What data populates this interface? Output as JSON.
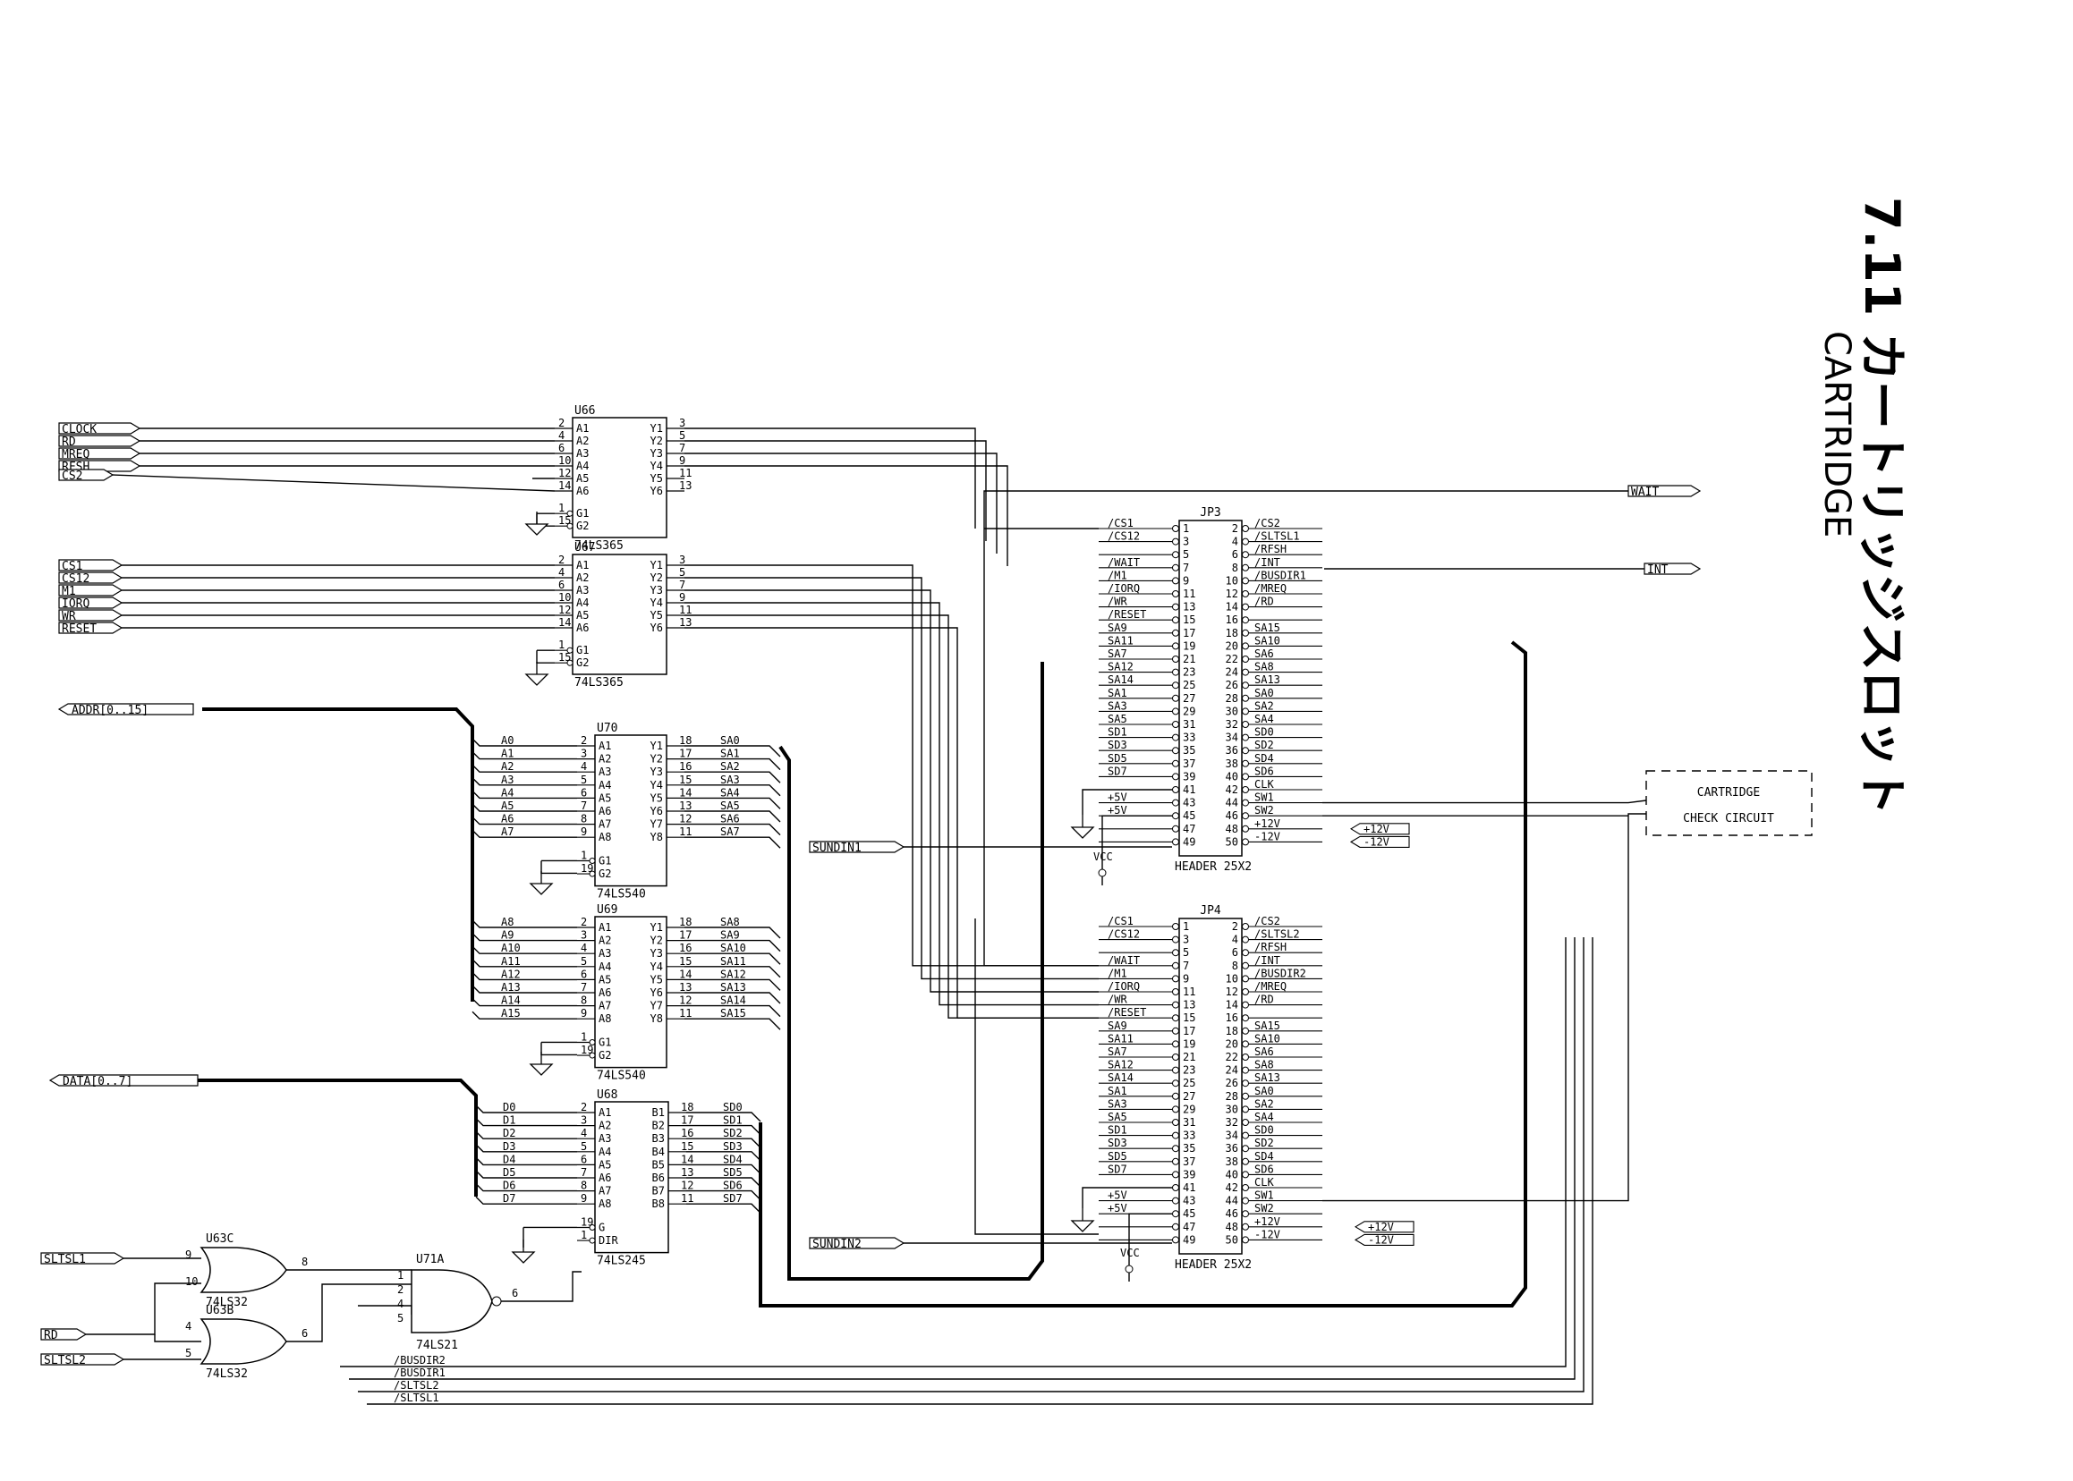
{
  "title": {
    "section": "7.11 カートリッジスロット",
    "subtitle": "CARTRIDGE"
  },
  "ports": [
    {
      "id": "p-clock",
      "label": "CLOCK"
    },
    {
      "id": "p-rd1",
      "label": "RD"
    },
    {
      "id": "p-mreq",
      "label": "MREQ"
    },
    {
      "id": "p-rfsh",
      "label": "RFSH"
    },
    {
      "id": "p-cs2",
      "label": "CS2"
    },
    {
      "id": "p-cs1",
      "label": "CS1"
    },
    {
      "id": "p-cs12",
      "label": "CS12"
    },
    {
      "id": "p-m1",
      "label": "M1"
    },
    {
      "id": "p-iorq",
      "label": "IORQ"
    },
    {
      "id": "p-wr",
      "label": "WR"
    },
    {
      "id": "p-reset",
      "label": "RESET"
    },
    {
      "id": "p-addr",
      "label": "ADDR[0..15]"
    },
    {
      "id": "p-data",
      "label": "DATA[0..7]"
    },
    {
      "id": "p-sltsl1",
      "label": "SLTSL1"
    },
    {
      "id": "p-rd2",
      "label": "RD"
    },
    {
      "id": "p-sltsl2",
      "label": "SLTSL2"
    },
    {
      "id": "p-wait",
      "label": "WAIT"
    },
    {
      "id": "p-int",
      "label": "INT"
    },
    {
      "id": "p-sundin1",
      "label": "SUNDIN1"
    },
    {
      "id": "p-sundin2",
      "label": "SUNDIN2"
    }
  ],
  "chips": {
    "u66": {
      "ref": "U66",
      "part": "74LS365",
      "inputs": [
        "A1",
        "A2",
        "A3",
        "A4",
        "A5",
        "A6"
      ],
      "outputs": [
        "Y1",
        "Y2",
        "Y3",
        "Y4",
        "Y5",
        "Y6"
      ],
      "in_pins": [
        "2",
        "4",
        "6",
        "10",
        "12",
        "14"
      ],
      "out_pins": [
        "3",
        "5",
        "7",
        "9",
        "11",
        "13"
      ],
      "gates": [
        "G1",
        "G2"
      ],
      "gate_pins": [
        "1",
        "15"
      ]
    },
    "u67": {
      "ref": "U67",
      "part": "74LS365",
      "inputs": [
        "A1",
        "A2",
        "A3",
        "A4",
        "A5",
        "A6"
      ],
      "outputs": [
        "Y1",
        "Y2",
        "Y3",
        "Y4",
        "Y5",
        "Y6"
      ],
      "in_pins": [
        "2",
        "4",
        "6",
        "10",
        "12",
        "14"
      ],
      "out_pins": [
        "3",
        "5",
        "7",
        "9",
        "11",
        "13"
      ],
      "gates": [
        "G1",
        "G2"
      ],
      "gate_pins": [
        "1",
        "15"
      ]
    },
    "u70": {
      "ref": "U70",
      "part": "74LS540",
      "inputs": [
        "A1",
        "A2",
        "A3",
        "A4",
        "A5",
        "A6",
        "A7",
        "A8"
      ],
      "outputs": [
        "Y1",
        "Y2",
        "Y3",
        "Y4",
        "Y5",
        "Y6",
        "Y7",
        "Y8"
      ],
      "in_pins": [
        "2",
        "3",
        "4",
        "5",
        "6",
        "7",
        "8",
        "9"
      ],
      "out_pins": [
        "18",
        "17",
        "16",
        "15",
        "14",
        "13",
        "12",
        "11"
      ],
      "gates": [
        "G1",
        "G2"
      ],
      "gate_pins": [
        "1",
        "19"
      ],
      "in_nets": [
        "A0",
        "A1",
        "A2",
        "A3",
        "A4",
        "A5",
        "A6",
        "A7"
      ],
      "out_nets": [
        "SA0",
        "SA1",
        "SA2",
        "SA3",
        "SA4",
        "SA5",
        "SA6",
        "SA7"
      ]
    },
    "u69": {
      "ref": "U69",
      "part": "74LS540",
      "inputs": [
        "A1",
        "A2",
        "A3",
        "A4",
        "A5",
        "A6",
        "A7",
        "A8"
      ],
      "outputs": [
        "Y1",
        "Y2",
        "Y3",
        "Y4",
        "Y5",
        "Y6",
        "Y7",
        "Y8"
      ],
      "in_pins": [
        "2",
        "3",
        "4",
        "5",
        "6",
        "7",
        "8",
        "9"
      ],
      "out_pins": [
        "18",
        "17",
        "16",
        "15",
        "14",
        "13",
        "12",
        "11"
      ],
      "gates": [
        "G1",
        "G2"
      ],
      "gate_pins": [
        "1",
        "19"
      ],
      "in_nets": [
        "A8",
        "A9",
        "A10",
        "A11",
        "A12",
        "A13",
        "A14",
        "A15"
      ],
      "out_nets": [
        "SA8",
        "SA9",
        "SA10",
        "SA11",
        "SA12",
        "SA13",
        "SA14",
        "SA15"
      ]
    },
    "u68": {
      "ref": "U68",
      "part": "74LS245",
      "inputs": [
        "A1",
        "A2",
        "A3",
        "A4",
        "A5",
        "A6",
        "A7",
        "A8"
      ],
      "outputs": [
        "B1",
        "B2",
        "B3",
        "B4",
        "B5",
        "B6",
        "B7",
        "B8"
      ],
      "in_pins": [
        "2",
        "3",
        "4",
        "5",
        "6",
        "7",
        "8",
        "9"
      ],
      "out_pins": [
        "18",
        "17",
        "16",
        "15",
        "14",
        "13",
        "12",
        "11"
      ],
      "gates": [
        "G",
        "DIR"
      ],
      "gate_pins": [
        "19",
        "1"
      ],
      "in_nets": [
        "D0",
        "D1",
        "D2",
        "D3",
        "D4",
        "D5",
        "D6",
        "D7"
      ],
      "out_nets": [
        "SD0",
        "SD1",
        "SD2",
        "SD3",
        "SD4",
        "SD5",
        "SD6",
        "SD7"
      ]
    }
  },
  "gates": {
    "u63c": {
      "ref": "U63C",
      "part": "74LS32",
      "in_pins": [
        "9",
        "10"
      ],
      "out_pin": "8"
    },
    "u63b": {
      "ref": "U63B",
      "part": "74LS32",
      "in_pins": [
        "4",
        "5"
      ],
      "out_pin": "6"
    },
    "u71a": {
      "ref": "U71A",
      "part": "74LS21",
      "in_pins": [
        "1",
        "2",
        "4",
        "5"
      ],
      "out_pin": "6"
    }
  },
  "headers": {
    "jp3": {
      "ref": "JP3",
      "part": "HEADER 25X2",
      "left": [
        "/CS1",
        "/CS12",
        "",
        "/WAIT",
        "/M1",
        "/IORQ",
        "/WR",
        "/RESET",
        "SA9",
        "SA11",
        "SA7",
        "SA12",
        "SA14",
        "SA1",
        "SA3",
        "SA5",
        "SD1",
        "SD3",
        "SD5",
        "SD7",
        "",
        "+5V",
        "+5V",
        "",
        ""
      ],
      "right": [
        "/CS2",
        "/SLTSL1",
        "/RFSH",
        "/INT",
        "/BUSDIR1",
        "/MREQ",
        "/RD",
        "",
        "SA15",
        "SA10",
        "SA6",
        "SA8",
        "SA13",
        "SA0",
        "SA2",
        "SA4",
        "SD0",
        "SD2",
        "SD4",
        "SD6",
        "CLK",
        "SW1",
        "SW2",
        "+12V",
        "-12V"
      ]
    },
    "jp4": {
      "ref": "JP4",
      "part": "HEADER 25X2",
      "left": [
        "/CS1",
        "/CS12",
        "",
        "/WAIT",
        "/M1",
        "/IORQ",
        "/WR",
        "/RESET",
        "SA9",
        "SA11",
        "SA7",
        "SA12",
        "SA14",
        "SA1",
        "SA3",
        "SA5",
        "SD1",
        "SD3",
        "SD5",
        "SD7",
        "",
        "+5V",
        "+5V",
        "",
        ""
      ],
      "right": [
        "/CS2",
        "/SLTSL2",
        "/RFSH",
        "/INT",
        "/BUSDIR2",
        "/MREQ",
        "/RD",
        "",
        "SA15",
        "SA10",
        "SA6",
        "SA8",
        "SA13",
        "SA0",
        "SA2",
        "SA4",
        "SD0",
        "SD2",
        "SD4",
        "SD6",
        "CLK",
        "SW1",
        "SW2",
        "+12V",
        "-12V"
      ]
    }
  },
  "power": {
    "vcc": "VCC",
    "p12": "+12V",
    "m12": "-12V"
  },
  "bottom_nets": [
    "/BUSDIR2",
    "/BUSDIR1",
    "/SLTSL2",
    "/SLTSL1"
  ],
  "cartridge_check": {
    "line1": "CARTRIDGE",
    "line2": "CHECK CIRCUIT"
  }
}
